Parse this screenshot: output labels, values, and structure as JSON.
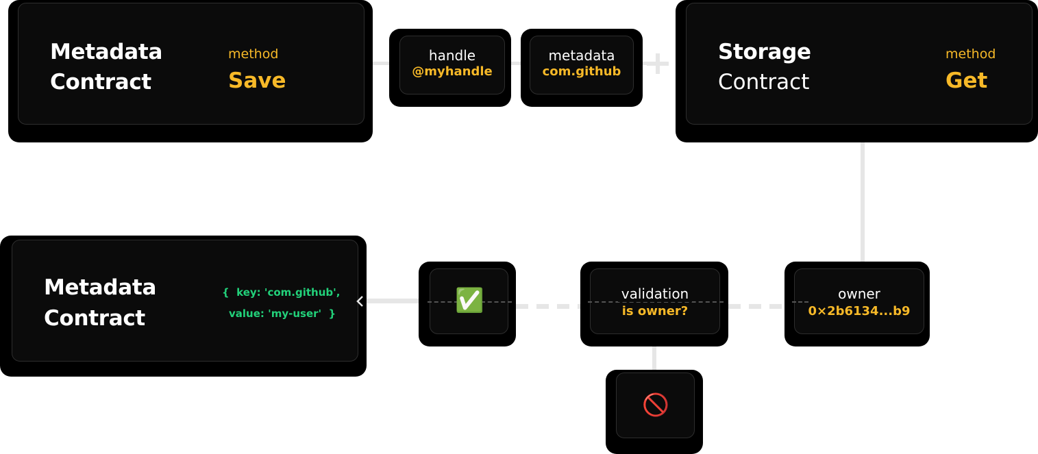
{
  "metadata_save_card": {
    "title_line1": "Metadata",
    "title_line2": "Contract",
    "method_label": "method",
    "method_value": "Save"
  },
  "handle_pill": {
    "label": "handle",
    "value": "@myhandle"
  },
  "metadata_pill": {
    "label": "metadata",
    "value": "com.github"
  },
  "plus_symbol": "+",
  "storage_card": {
    "title_line1": "Storage",
    "title_line2": "Contract",
    "method_label": "method",
    "method_value": "Get"
  },
  "metadata_result_card": {
    "title_line1": "Metadata",
    "title_line2": "Contract",
    "code_line1": "{  key: 'com.github',",
    "code_line2": "value: 'my-user'  }"
  },
  "check_node": {
    "icon": "check-mark-button-icon",
    "glyph": "✅"
  },
  "validation_pill": {
    "label": "validation",
    "value": "is owner?"
  },
  "owner_pill": {
    "label": "owner",
    "value": "0×2b6134...b9"
  },
  "denied_node": {
    "icon": "prohibited-icon",
    "glyph": "🚫"
  },
  "colors": {
    "accent_yellow": "#f7b928",
    "code_green": "#22d17a",
    "card_bg": "#0b0b0b",
    "connector": "#e6e6e6"
  }
}
